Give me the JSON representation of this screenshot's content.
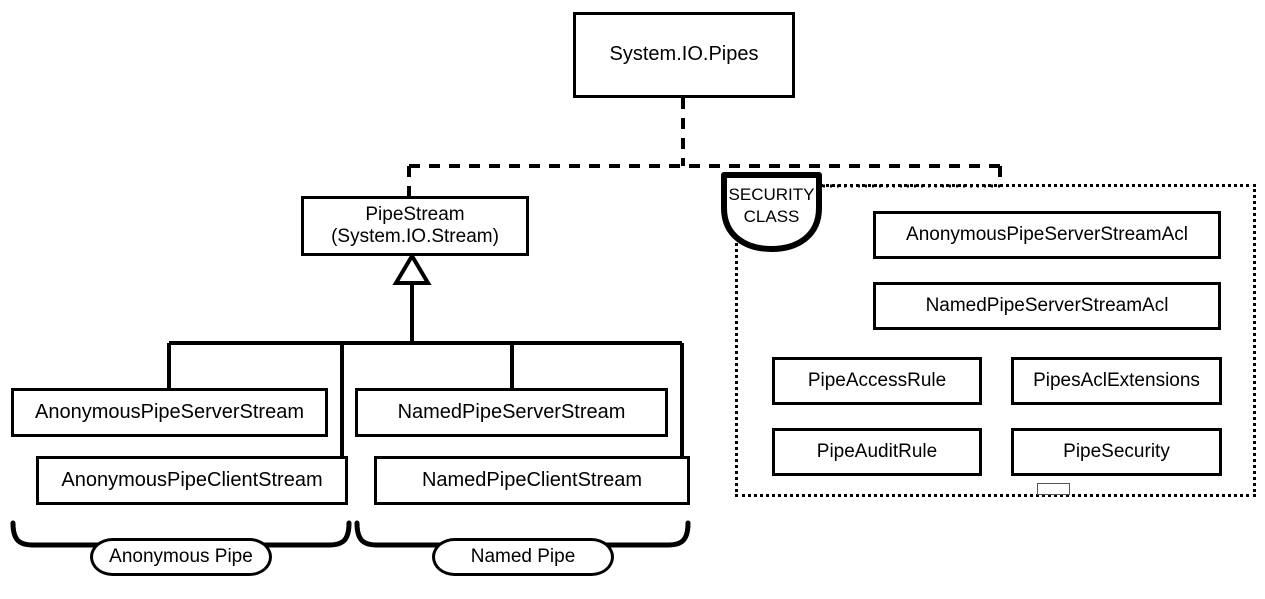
{
  "diagram": {
    "title": "System.IO.Pipes",
    "root": {
      "label": "System.IO.Pipes"
    },
    "base_class": {
      "name": "PipeStream",
      "inherits": "(System.IO.Stream)"
    },
    "security_badge": {
      "line1": "SECURITY",
      "line2": "CLASS"
    },
    "stream_classes": [
      {
        "label": "AnonymousPipeServerStream"
      },
      {
        "label": "AnonymousPipeClientStream"
      },
      {
        "label": "NamedPipeServerStream"
      },
      {
        "label": "NamedPipeClientStream"
      }
    ],
    "security_classes": [
      {
        "label": "AnonymousPipeServerStreamAcl"
      },
      {
        "label": "NamedPipeServerStreamAcl"
      },
      {
        "label": "PipeAccessRule"
      },
      {
        "label": "PipesAclExtensions"
      },
      {
        "label": "PipeAuditRule"
      },
      {
        "label": "PipeSecurity"
      }
    ],
    "group_labels": [
      {
        "label": "Anonymous Pipe"
      },
      {
        "label": "Named Pipe"
      }
    ],
    "artifact": {
      "label": ""
    },
    "colors": {
      "stroke": "#000000",
      "background": "#ffffff",
      "text": "#000000"
    }
  }
}
